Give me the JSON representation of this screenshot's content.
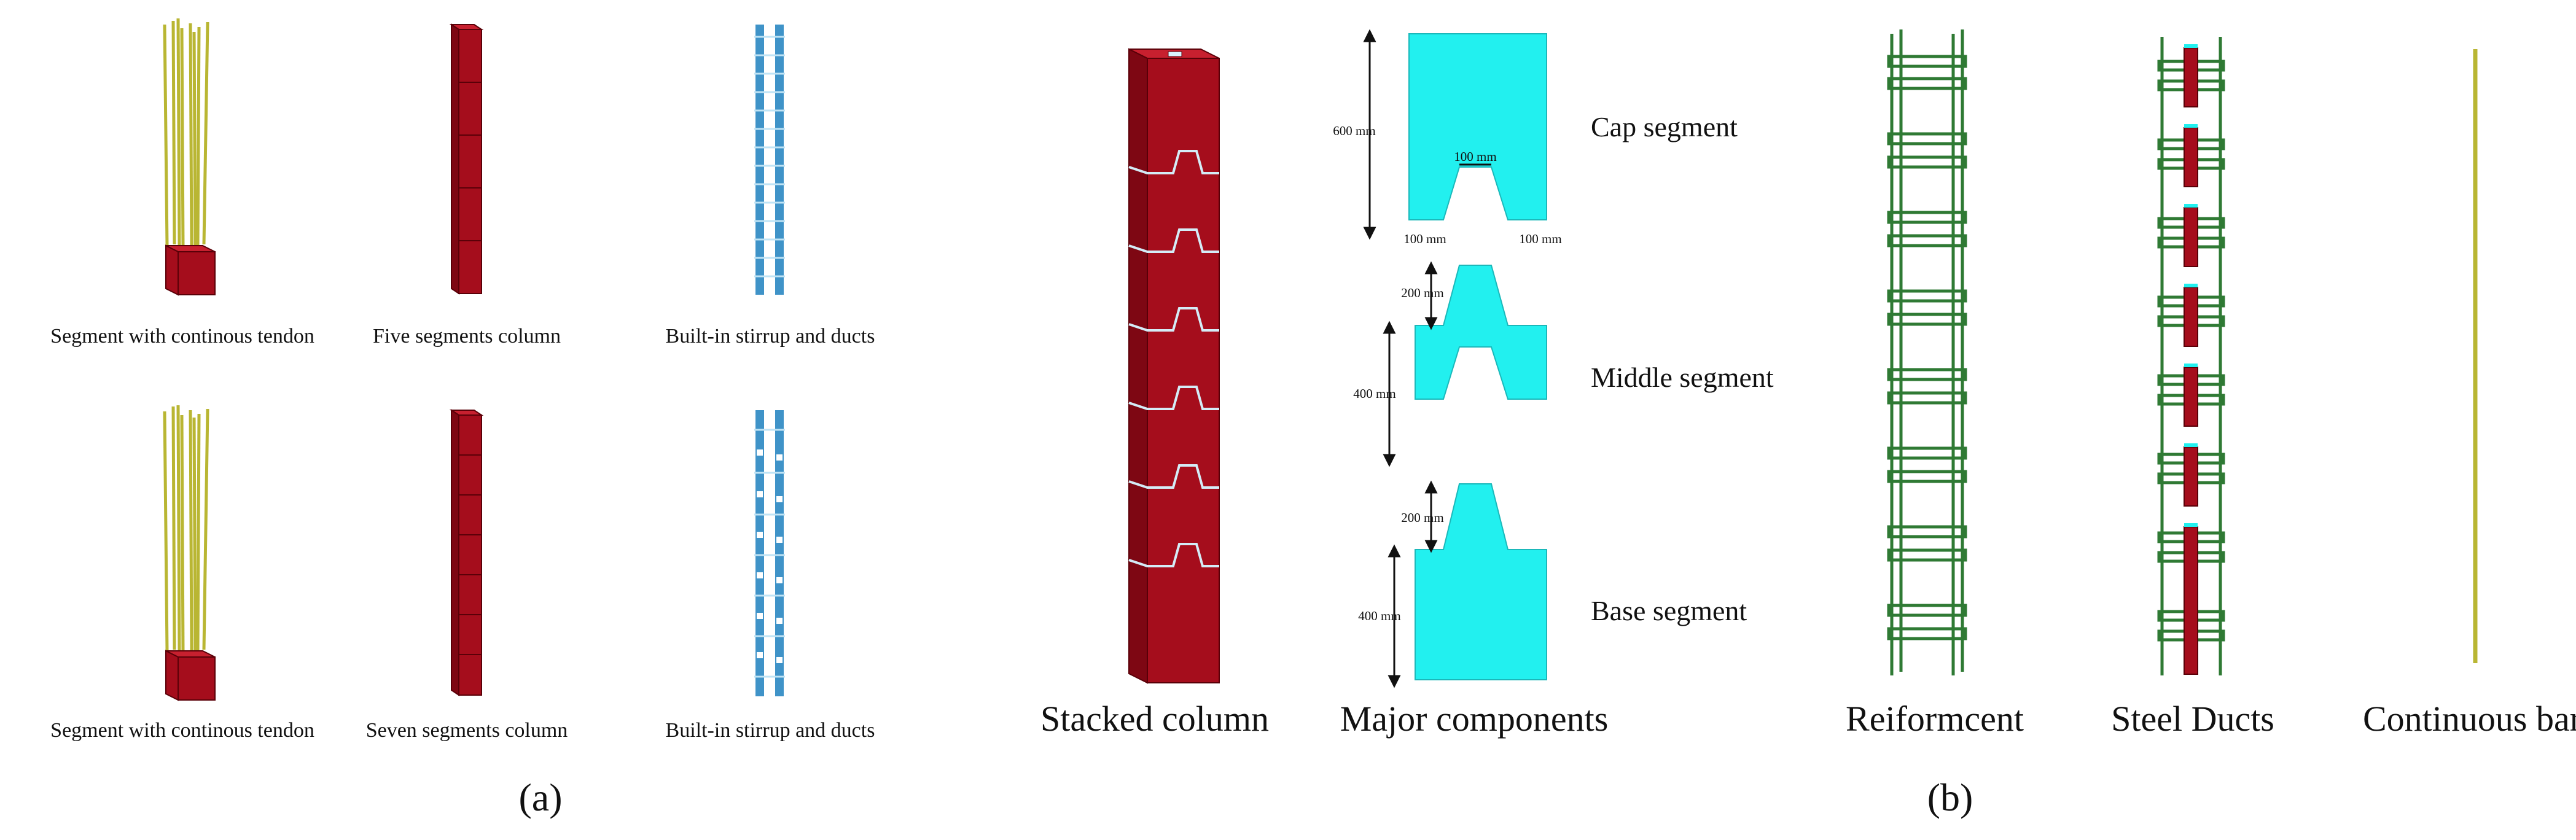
{
  "panel_a": {
    "label": "(a)",
    "row1": {
      "caption_1": "Segment with continous tendon",
      "caption_2": "Five segments column",
      "caption_3": "Built-in stirrup and ducts"
    },
    "row2": {
      "caption_1": "Segment with continous tendon",
      "caption_2": "Seven segments column",
      "caption_3": "Built-in stirrup and ducts"
    }
  },
  "panel_b": {
    "label": "(b)",
    "captions": {
      "stacked": "Stacked column",
      "major": "Major components",
      "reinforcement": "Reiformcent",
      "ducts": "Steel Ducts",
      "bar": "Continuous bar"
    },
    "components": {
      "cap": {
        "name": "Cap segment",
        "height": "600 mm",
        "key_width": "100 mm",
        "left_offset": "100 mm",
        "right_offset": "100 mm"
      },
      "middle": {
        "name": "Middle segment",
        "key_height": "200 mm",
        "height": "400 mm"
      },
      "base": {
        "name": "Base segment",
        "key_height": "200 mm",
        "height": "400 mm"
      }
    }
  },
  "colors": {
    "concrete": "#a50d1c",
    "component": "#22f0ef",
    "tendon": "#b9b633",
    "rebar": "#2f7a34",
    "duct": "#3f93c8"
  }
}
